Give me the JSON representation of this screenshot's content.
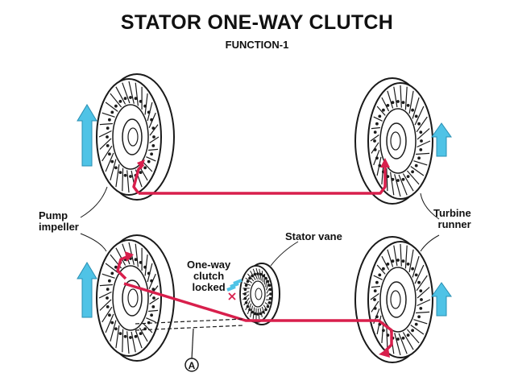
{
  "title": "STATOR ONE-WAY CLUTCH",
  "subtitle": "FUNCTION-1",
  "labels": {
    "pump_line1": "Pump",
    "pump_line2": "impeller",
    "turbine_line1": "Turbine",
    "turbine_line2": "runner",
    "stator_vane": "Stator vane",
    "clutch_line1": "One-way",
    "clutch_line2": "clutch",
    "clutch_line3": "locked",
    "marker": "A"
  },
  "colors": {
    "flow": "#d81f4c",
    "rotation_arrow": "#4fc3e6",
    "outline": "#1a1a1a"
  }
}
